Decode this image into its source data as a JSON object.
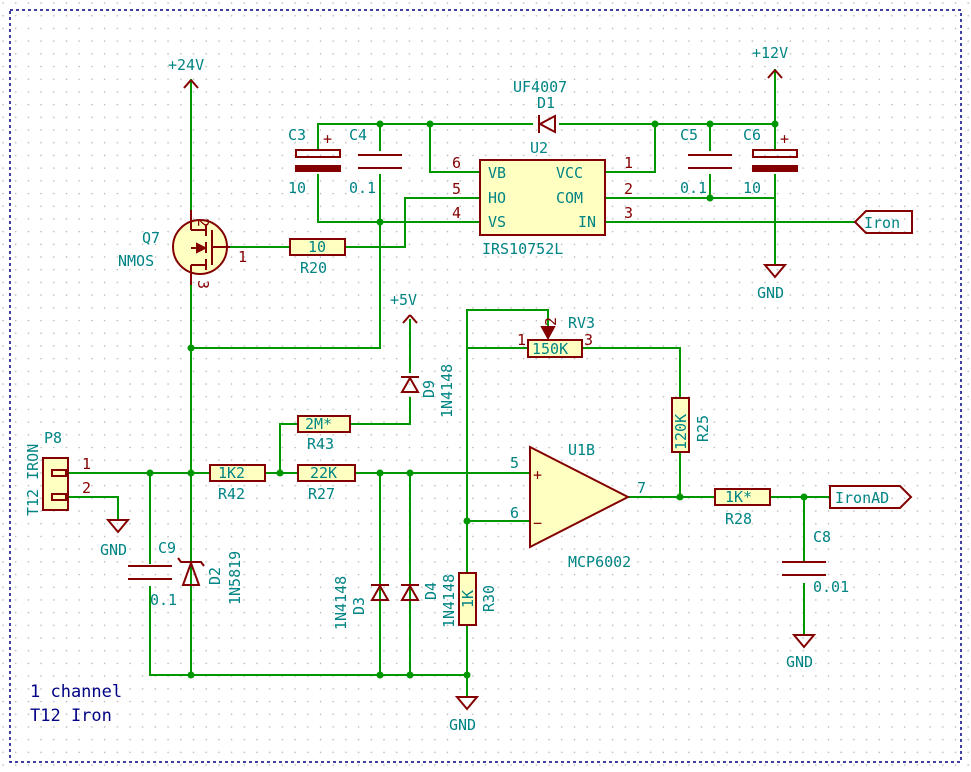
{
  "notes": [
    "1 channel",
    "T12 Iron"
  ],
  "power": {
    "v24": "+24V",
    "v12": "+12V",
    "v5": "+5V",
    "gnd": "GND"
  },
  "labels": {
    "iron": "Iron",
    "ironad": "IronAD"
  },
  "components": {
    "u2": {
      "ref": "U2",
      "value": "IRS10752L",
      "pins": {
        "vb": "VB",
        "ho": "HO",
        "vs": "VS",
        "vcc": "VCC",
        "com": "COM",
        "in": "IN",
        "n1": "1",
        "n2": "2",
        "n3": "3",
        "n4": "4",
        "n5": "5",
        "n6": "6"
      }
    },
    "d1": {
      "ref": "D1",
      "value": "UF4007"
    },
    "c3": {
      "ref": "C3",
      "value": "10",
      "plus": "+"
    },
    "c4": {
      "ref": "C4",
      "value": "0.1"
    },
    "c5": {
      "ref": "C5",
      "value": "0.1"
    },
    "c6": {
      "ref": "C6",
      "value": "10",
      "plus": "+"
    },
    "q7": {
      "ref": "Q7",
      "value": "NMOS",
      "pin1": "1",
      "pin2": "2",
      "pin3": "3"
    },
    "r20": {
      "ref": "R20",
      "value": "10"
    },
    "rv3": {
      "ref": "RV3",
      "value": "150K",
      "pin1": "1",
      "pin2": "2",
      "pin3": "3"
    },
    "d9": {
      "ref": "D9",
      "value": "1N4148"
    },
    "r43": {
      "ref": "R43",
      "value": "2M*"
    },
    "u1b": {
      "ref": "U1B",
      "value": "MCP6002",
      "pin5": "5",
      "pin6": "6",
      "pin7": "7",
      "plus": "+",
      "minus": "−"
    },
    "r25": {
      "ref": "R25",
      "value": "120K"
    },
    "p8": {
      "ref": "P8",
      "value": "T12 IRON",
      "pin1": "1",
      "pin2": "2"
    },
    "r42": {
      "ref": "R42",
      "value": "1K2"
    },
    "r27": {
      "ref": "R27",
      "value": "22K"
    },
    "r28": {
      "ref": "R28",
      "value": "1K*"
    },
    "c8": {
      "ref": "C8",
      "value": "0.01"
    },
    "c9": {
      "ref": "C9",
      "value": "0.1"
    },
    "d2": {
      "ref": "D2",
      "value": "1N5819"
    },
    "d3": {
      "ref": "D3",
      "value": "1N4148"
    },
    "d4": {
      "ref": "D4",
      "value": "1N4148"
    },
    "r30": {
      "ref": "R30",
      "value": "1K"
    }
  }
}
